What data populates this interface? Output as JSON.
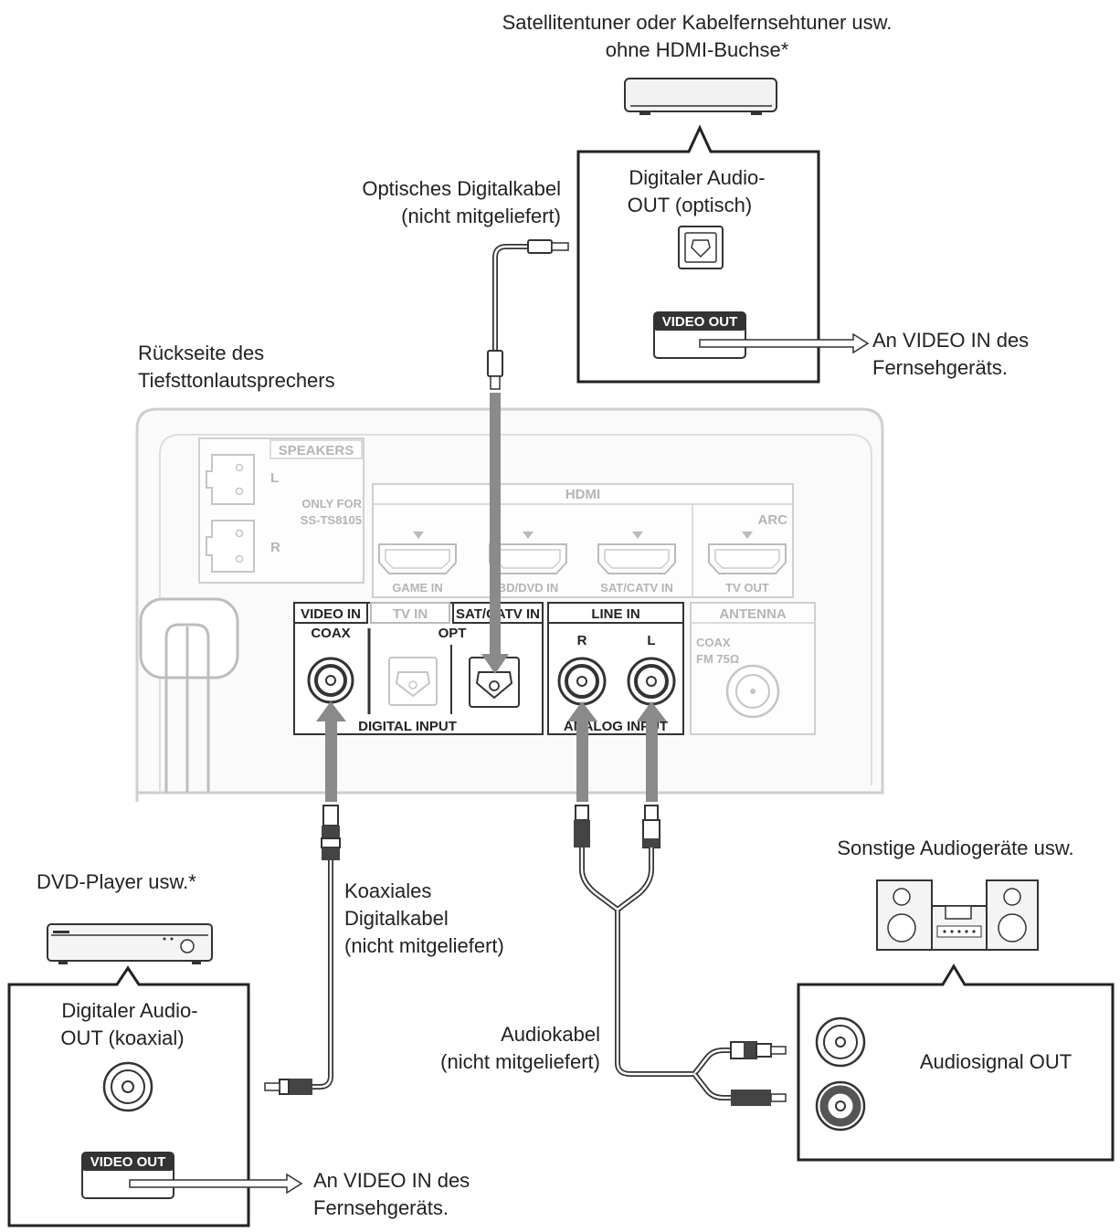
{
  "satellite": {
    "title_line1": "Satellitentuner oder Kabelfernsehtuner usw.",
    "title_line2": "ohne HDMI-Buchse*",
    "box_line1": "Digitaler Audio-",
    "box_line2": "OUT (optisch)",
    "video_out": "VIDEO OUT",
    "tv_line1": "An VIDEO IN des",
    "tv_line2": "Fernsehgeräts."
  },
  "optical_cable": {
    "line1": "Optisches Digitalkabel",
    "line2": "(nicht mitgeliefert)"
  },
  "subwoofer": {
    "line1": "Rückseite des",
    "line2": "Tiefsttonlautsprechers"
  },
  "panel": {
    "speakers": "SPEAKERS",
    "speaker_l": "L",
    "speaker_r": "R",
    "only_for_1": "ONLY FOR",
    "only_for_2": "SS-TS8105",
    "hdmi": "HDMI",
    "arc": "ARC",
    "game_in": "GAME IN",
    "bd_dvd_in": "BD/DVD IN",
    "sat_catv_in": "SAT/CATV IN",
    "tv_out": "TV OUT",
    "video_in": "VIDEO IN",
    "tv_in": "TV IN",
    "sat_catv_in_tab": "SAT/CATV IN",
    "coax": "COAX",
    "opt": "OPT",
    "digital_input": "DIGITAL INPUT",
    "line_in": "LINE IN",
    "line_r": "R",
    "line_l": "L",
    "analog_input": "ANALOG INPUT",
    "antenna": "ANTENNA",
    "antenna_coax": "COAX",
    "antenna_fm": "FM 75Ω"
  },
  "dvd": {
    "title": "DVD-Player usw.*",
    "box_line1": "Digitaler Audio-",
    "box_line2": "OUT (koaxial)",
    "video_out": "VIDEO OUT",
    "tv_line1": "An VIDEO IN des",
    "tv_line2": "Fernsehgeräts."
  },
  "coax_cable": {
    "line1": "Koaxiales",
    "line2": "Digitalkabel",
    "line3": "(nicht mitgeliefert)"
  },
  "audio_cable": {
    "line1": "Audiokabel",
    "line2": "(nicht mitgeliefert)"
  },
  "audio_device": {
    "title": "Sonstige Audiogeräte usw.",
    "out_label": "Audiosignal OUT"
  }
}
